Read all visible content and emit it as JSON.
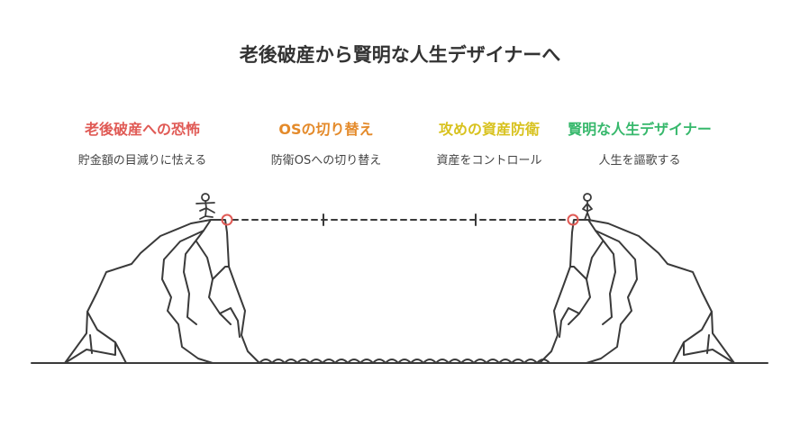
{
  "title": "老後破産から賢明な人生デザイナーへ",
  "steps": [
    {
      "heading": "老後破産への恐怖",
      "desc": "貯金額の目減りに怯える",
      "color": "#e05a55"
    },
    {
      "heading": "OSの切り替え",
      "desc": "防衛OSへの切り替え",
      "color": "#e48a2a"
    },
    {
      "heading": "攻めの資産防衛",
      "desc": "資産をコントロール",
      "color": "#d8c21f"
    },
    {
      "heading": "賢明な人生デザイナー",
      "desc": "人生を謳歌する",
      "color": "#37b86c"
    }
  ],
  "line_color": "#3a3a3a"
}
